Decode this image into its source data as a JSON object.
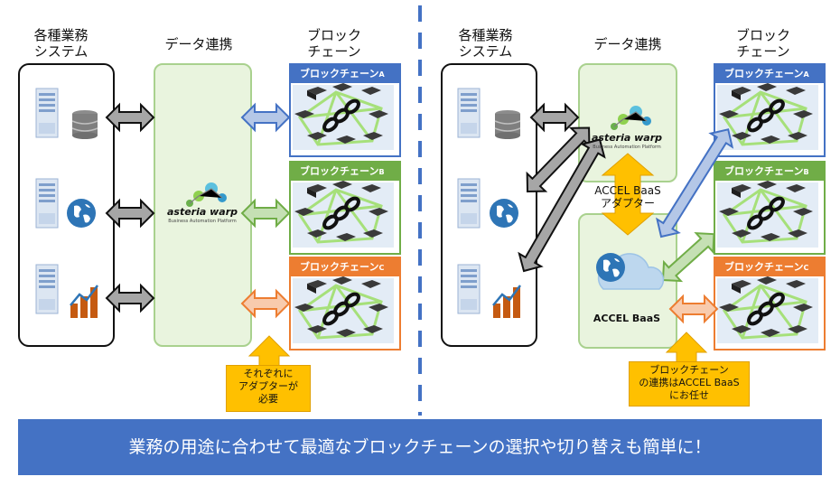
{
  "left": {
    "systems_label": "各種業務\nシステム",
    "data_label": "データ連携",
    "blockchain_label": "ブロック\nチェーン",
    "callout": "それぞれに\nアダプターが\n必要"
  },
  "right": {
    "systems_label": "各種業務\nシステム",
    "data_label": "データ連携",
    "blockchain_label": "ブロック\nチェーン",
    "adapter_label": "ACCEL BaaS\nアダプター",
    "baas_label": "ACCEL BaaS",
    "callout": "ブロックチェーン\nの連携はACCEL BaaS\nにお任せ"
  },
  "blockchains": [
    {
      "name": "ブロックチェーン",
      "suffix": "A",
      "color": "#4472c4"
    },
    {
      "name": "ブロックチェーン",
      "suffix": "B",
      "color": "#70ad47"
    },
    {
      "name": "ブロックチェーン",
      "suffix": "C",
      "color": "#ed7d31"
    }
  ],
  "logo": {
    "wordmark": "asteria warp",
    "tagline": "Business Automation Platform"
  },
  "banner": "業務の用途に合わせて最適なブロックチェーンの選択や切り替えも簡単に！"
}
